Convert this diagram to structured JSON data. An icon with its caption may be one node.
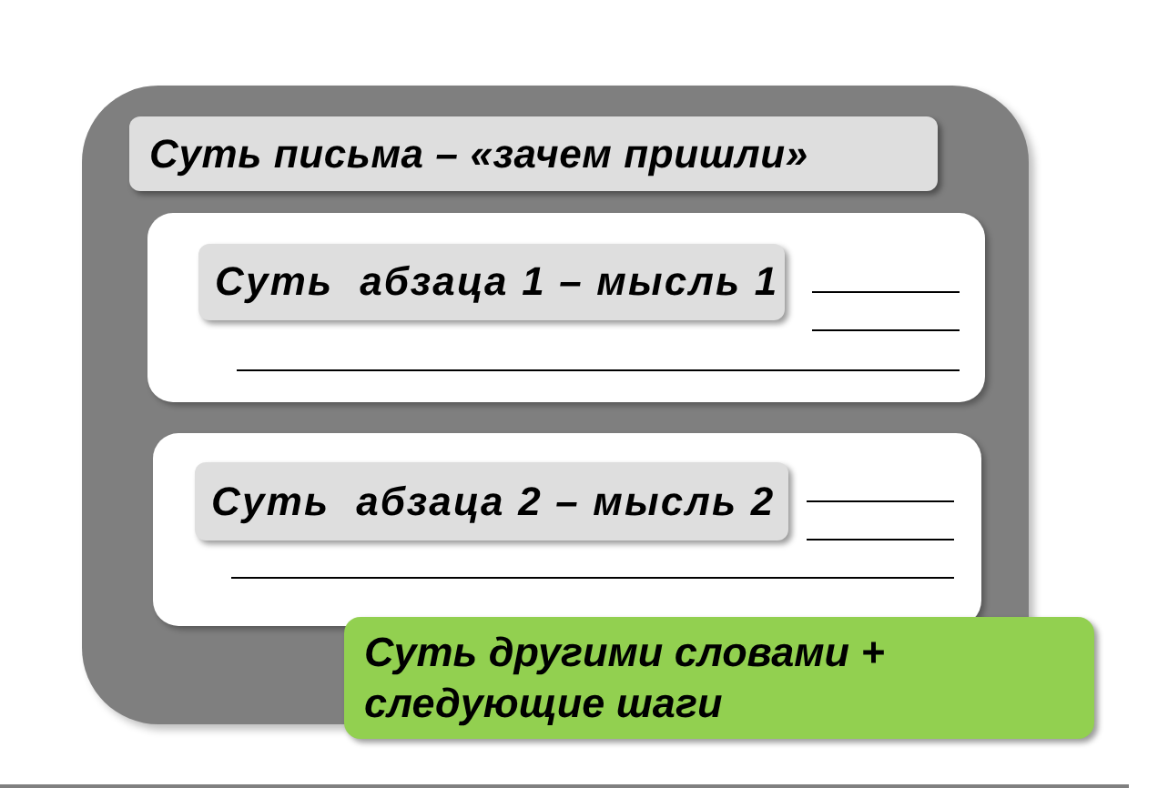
{
  "diagram": {
    "nodes": [
      {
        "text": [],
        "shape": "box"
      },
      {
        "text": [
          "Суть письма – «зачем пришли»"
        ],
        "in": 0
      },
      {
        "text": [],
        "shape": "box",
        "in": 0
      },
      {
        "text": [
          "Суть  абзаца 1 – мысль 1"
        ],
        "in": 2
      },
      {
        "text": [],
        "shape": "box",
        "in": 0
      },
      {
        "text": [
          "Суть  абзаца 2 – мысль 2"
        ],
        "in": 4
      },
      {
        "text": [
          "Суть другими словами + следующие шаги"
        ]
      }
    ]
  }
}
